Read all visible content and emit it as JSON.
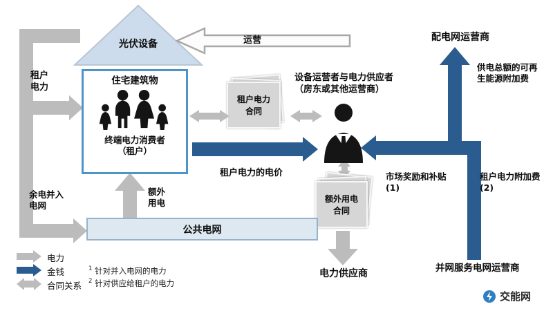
{
  "colors": {
    "electricity": "#bcbcbc",
    "money": "#2a5c8f",
    "house_border": "#4f94c9",
    "roof_fill": "#ccdcec",
    "grid_fill": "#dde8f1",
    "grid_border": "#9ab2c8"
  },
  "rooftop": {
    "pv_label": "光伏设备"
  },
  "house": {
    "title": "住宅建筑物",
    "consumer": "终端电力消费者（租户）"
  },
  "flows": {
    "tenant_power": "租户电力",
    "surplus": "余电并入电网",
    "extra_use": "额外用电",
    "operation": "运营",
    "tenant_price": "租户电力的电价",
    "subsidy": "市场奖励和补贴 (1)",
    "res_surcharge": "供电总额的可再生能源附加费",
    "tenant_surcharge": "租户电力附加费 (2)"
  },
  "grid": {
    "label": "公共电网"
  },
  "contracts": {
    "tenant": "租户电力合同",
    "extra": "额外用电合同"
  },
  "actors": {
    "operator": "设备运营者与电力供应者（房东或其他运营商）",
    "supplier": "电力供应商",
    "dso": "配电网运营商",
    "grid_service_operator": "并网服务电网运营商"
  },
  "legend": {
    "electricity": "电力",
    "money": "金钱",
    "contract": "合同关系",
    "note1_sup": "1",
    "note1": "针对并入电网的电力",
    "note2_sup": "2",
    "note2": "针对供应给租户的电力"
  },
  "branding": {
    "logo_text": "交能网"
  }
}
